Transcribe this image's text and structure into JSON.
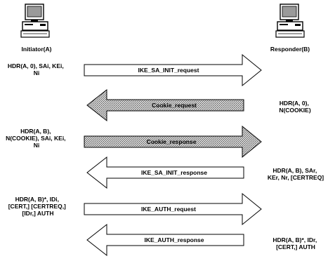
{
  "nodes": {
    "initiator": {
      "label": "Initiator(A)"
    },
    "responder": {
      "label": "Responder(B)"
    }
  },
  "messages": [
    {
      "label": "IKE_SA_INIT_request",
      "direction": "right",
      "style": "outline",
      "side_text": [
        "HDR(A, 0), SAi, KEi,",
        "Ni"
      ]
    },
    {
      "label": "Cookie_request",
      "direction": "left",
      "style": "hatched",
      "side_text": [
        "HDR(A, 0),",
        "N(COOKIE)"
      ]
    },
    {
      "label": "Cookie_response",
      "direction": "right",
      "style": "hatched",
      "side_text": [
        "HDR(A, B),",
        "N(COOKIE), SAi, KEi,",
        "Ni"
      ]
    },
    {
      "label": "IKE_SA_INIT_response",
      "direction": "left",
      "style": "outline",
      "side_text": [
        "HDR(A, B), SAr,",
        "KEr, Nr, [CERTREQ]"
      ]
    },
    {
      "label": "IKE_AUTH_request",
      "direction": "right",
      "style": "outline",
      "side_text": [
        "HDR(A, B)*, IDi,",
        "[CERT,] [CERTREQ,]",
        "[IDr,] AUTH"
      ]
    },
    {
      "label": "IKE_AUTH_response",
      "direction": "left",
      "style": "outline",
      "side_text": [
        "HDR(A, B)*, IDr,",
        "[CERT,] AUTH"
      ]
    }
  ]
}
